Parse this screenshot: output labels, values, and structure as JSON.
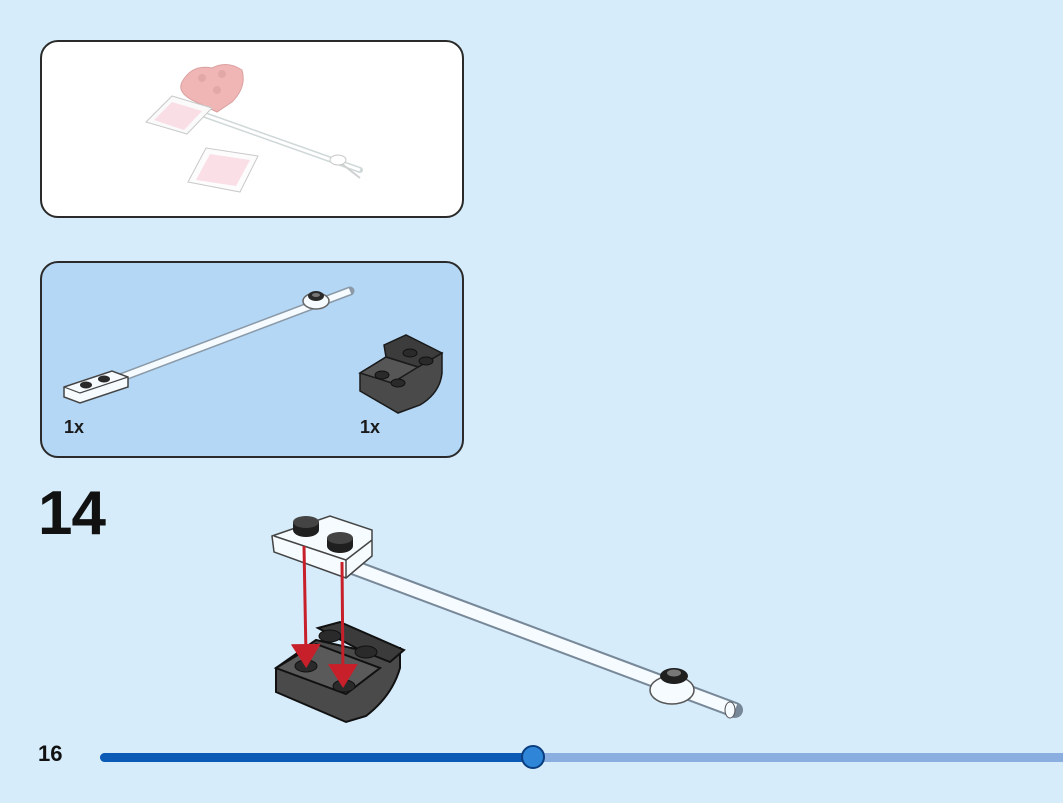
{
  "step": {
    "number": "14"
  },
  "page": {
    "number": "16"
  },
  "parts": [
    {
      "quantity": "1x",
      "part": "transparent-plate-with-bar"
    },
    {
      "quantity": "1x",
      "part": "dark-grey-inverted-slope-plate"
    }
  ],
  "progress": {
    "fraction": 0.45
  },
  "colors": {
    "background": "#d6ecfa",
    "parts_panel": "#b4d7f6",
    "progress_fill": "#0a5ab6",
    "progress_track": "#8aaee0",
    "arrow": "#c8202a",
    "dark_grey_brick": "#4a4a4a",
    "red_heart": "#e05050"
  }
}
